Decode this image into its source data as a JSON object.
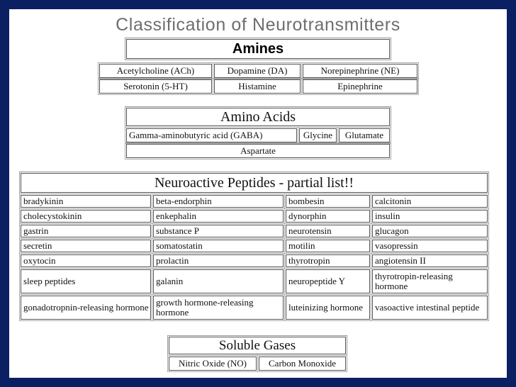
{
  "title": "Classification of Neurotransmitters",
  "amines": {
    "heading": "Amines",
    "row1": [
      "Acetylcholine (ACh)",
      "Dopamine (DA)",
      "Norepinephrine (NE)"
    ],
    "row2": [
      "Serotonin (5-HT)",
      "Histamine",
      "Epinephrine"
    ]
  },
  "amino_acids": {
    "heading": "Amino Acids",
    "row1": [
      "Gamma-aminobutyric acid (GABA)",
      "Glycine",
      "Glutamate"
    ],
    "row2": [
      "Aspartate"
    ]
  },
  "peptides": {
    "heading": "Neuroactive Peptides - partial list!!",
    "rows": [
      [
        "bradykinin",
        "beta-endorphin",
        "bombesin",
        "calcitonin"
      ],
      [
        "cholecystokinin",
        "enkephalin",
        "dynorphin",
        "insulin"
      ],
      [
        "gastrin",
        "substance P",
        "neurotensin",
        "glucagon"
      ],
      [
        "secretin",
        "somatostatin",
        "motilin",
        "vasopressin"
      ],
      [
        "oxytocin",
        "prolactin",
        "thyrotropin",
        "angiotensin II"
      ],
      [
        "sleep peptides",
        "galanin",
        "neuropeptide Y",
        "thyrotropin-releasing hormone"
      ],
      [
        "gonadotropnin-releasing hormone",
        "growth hormone-releasing hormone",
        "luteinizing hormone",
        "vasoactive intestinal peptide"
      ]
    ]
  },
  "gases": {
    "heading": "Soluble Gases",
    "row1": [
      "Nitric Oxide (NO)",
      "Carbon Monoxide"
    ]
  }
}
